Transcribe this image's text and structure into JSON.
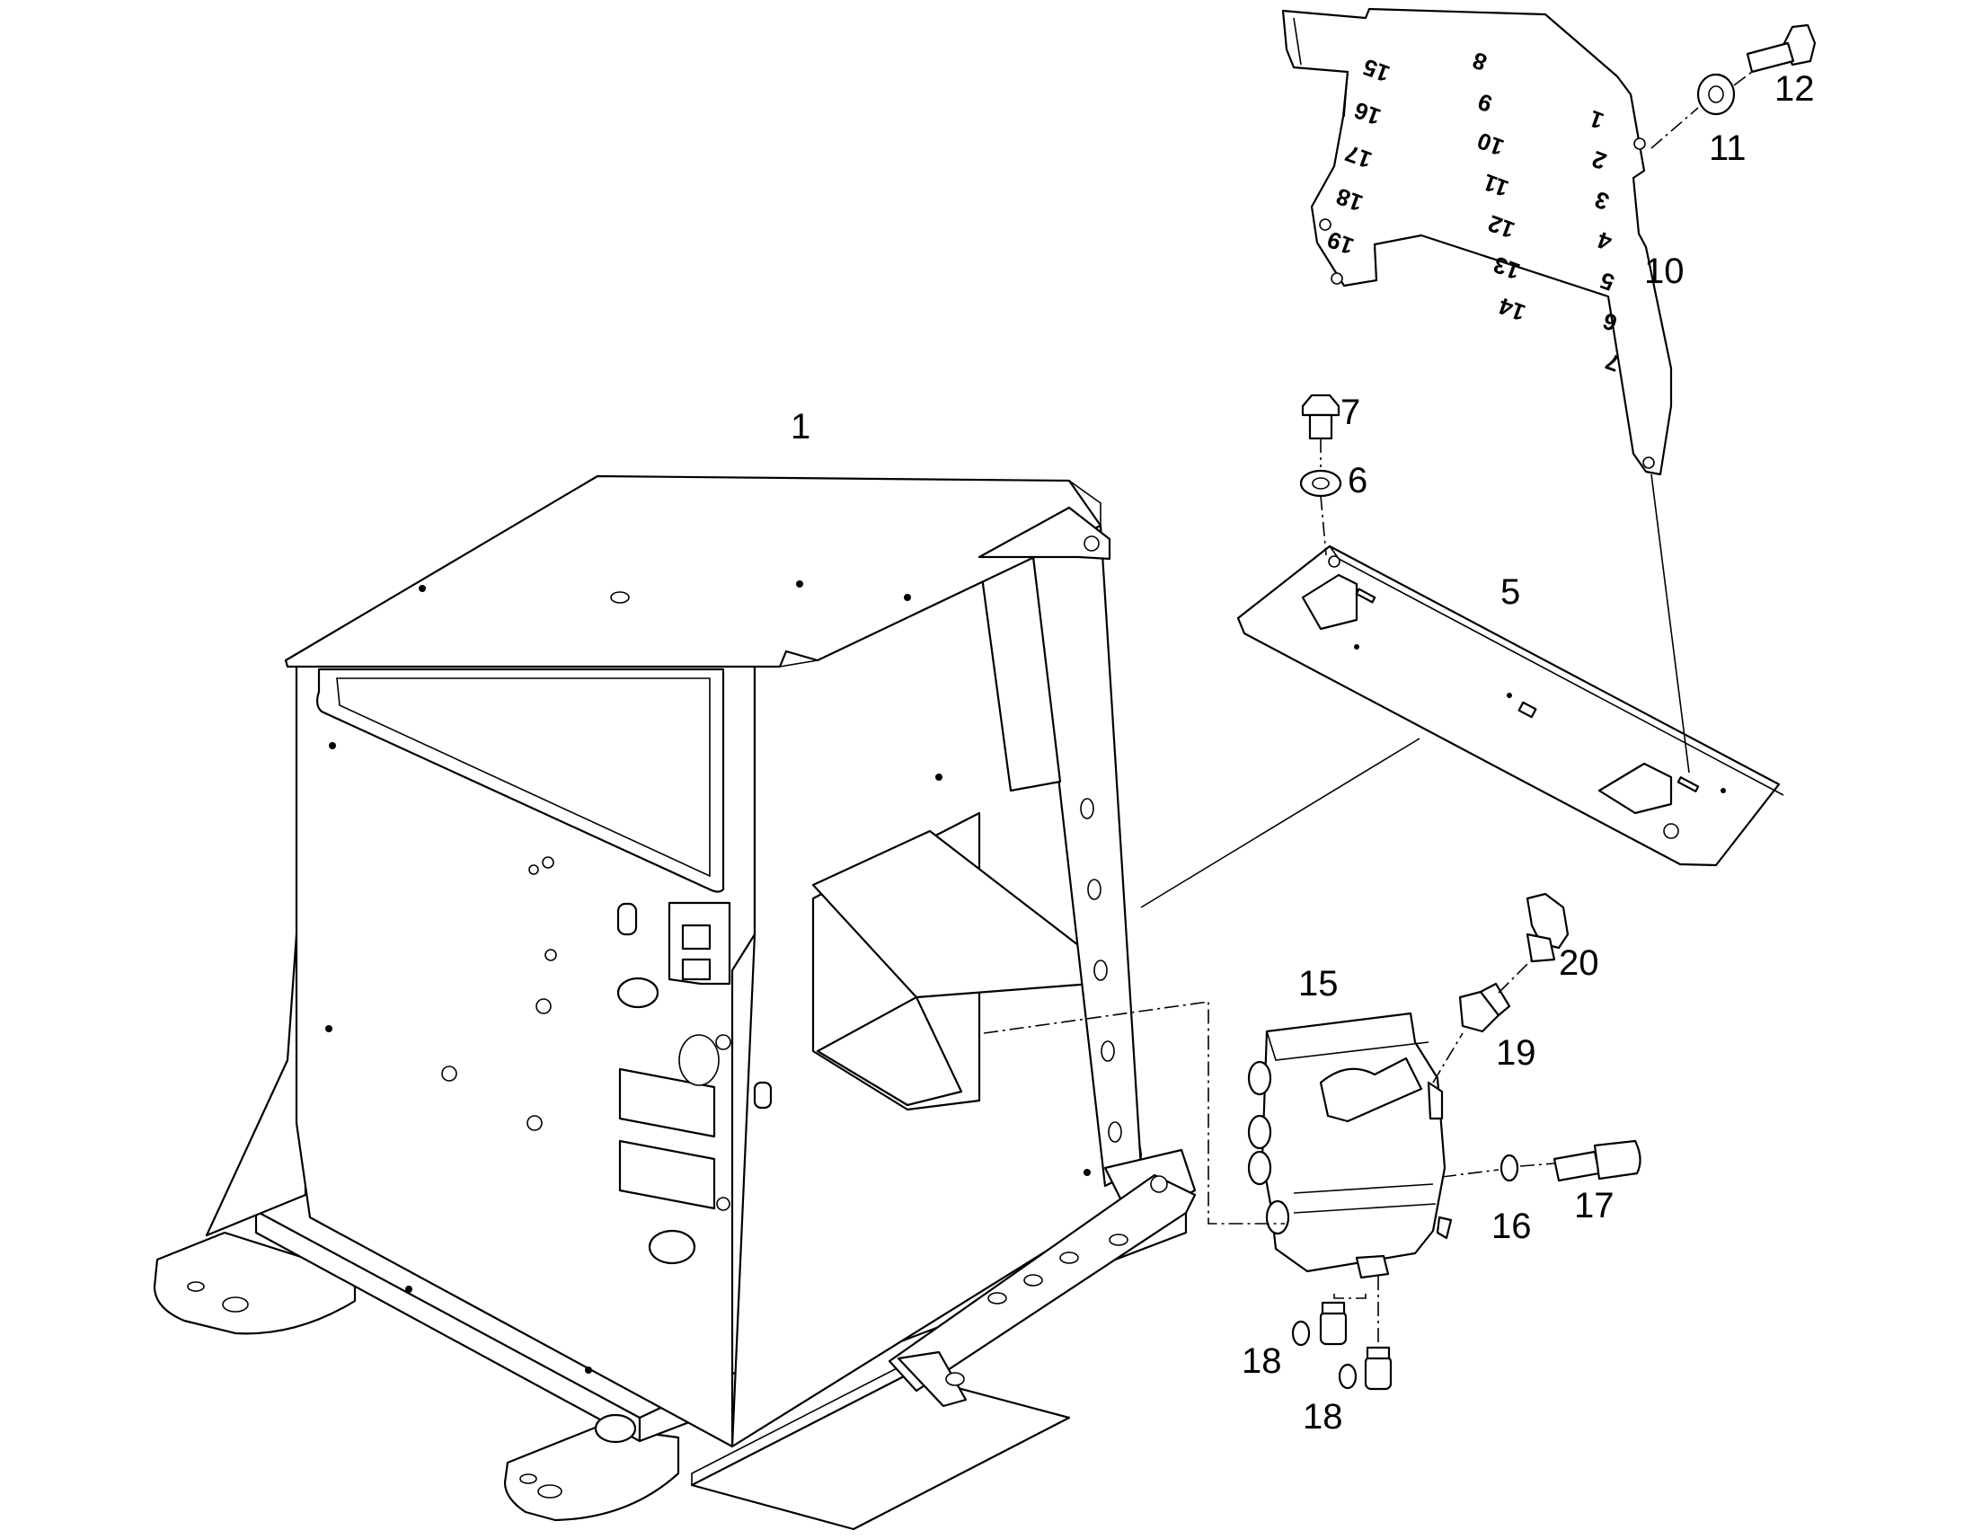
{
  "callouts": [
    {
      "id": "c1",
      "label": "1"
    },
    {
      "id": "c5",
      "label": "5"
    },
    {
      "id": "c6",
      "label": "6"
    },
    {
      "id": "c7",
      "label": "7"
    },
    {
      "id": "c10",
      "label": "10"
    },
    {
      "id": "c11",
      "label": "11"
    },
    {
      "id": "c12",
      "label": "12"
    },
    {
      "id": "c15",
      "label": "15"
    },
    {
      "id": "c16",
      "label": "16"
    },
    {
      "id": "c17",
      "label": "17"
    },
    {
      "id": "c18a",
      "label": "18"
    },
    {
      "id": "c18b",
      "label": "18"
    },
    {
      "id": "c19",
      "label": "19"
    },
    {
      "id": "c20",
      "label": "20"
    }
  ],
  "panel_stamps": [
    "1",
    "2",
    "3",
    "4",
    "5",
    "6",
    "7",
    "8",
    "9",
    "10",
    "11",
    "12",
    "13",
    "14",
    "15",
    "16",
    "17",
    "18",
    "19"
  ]
}
